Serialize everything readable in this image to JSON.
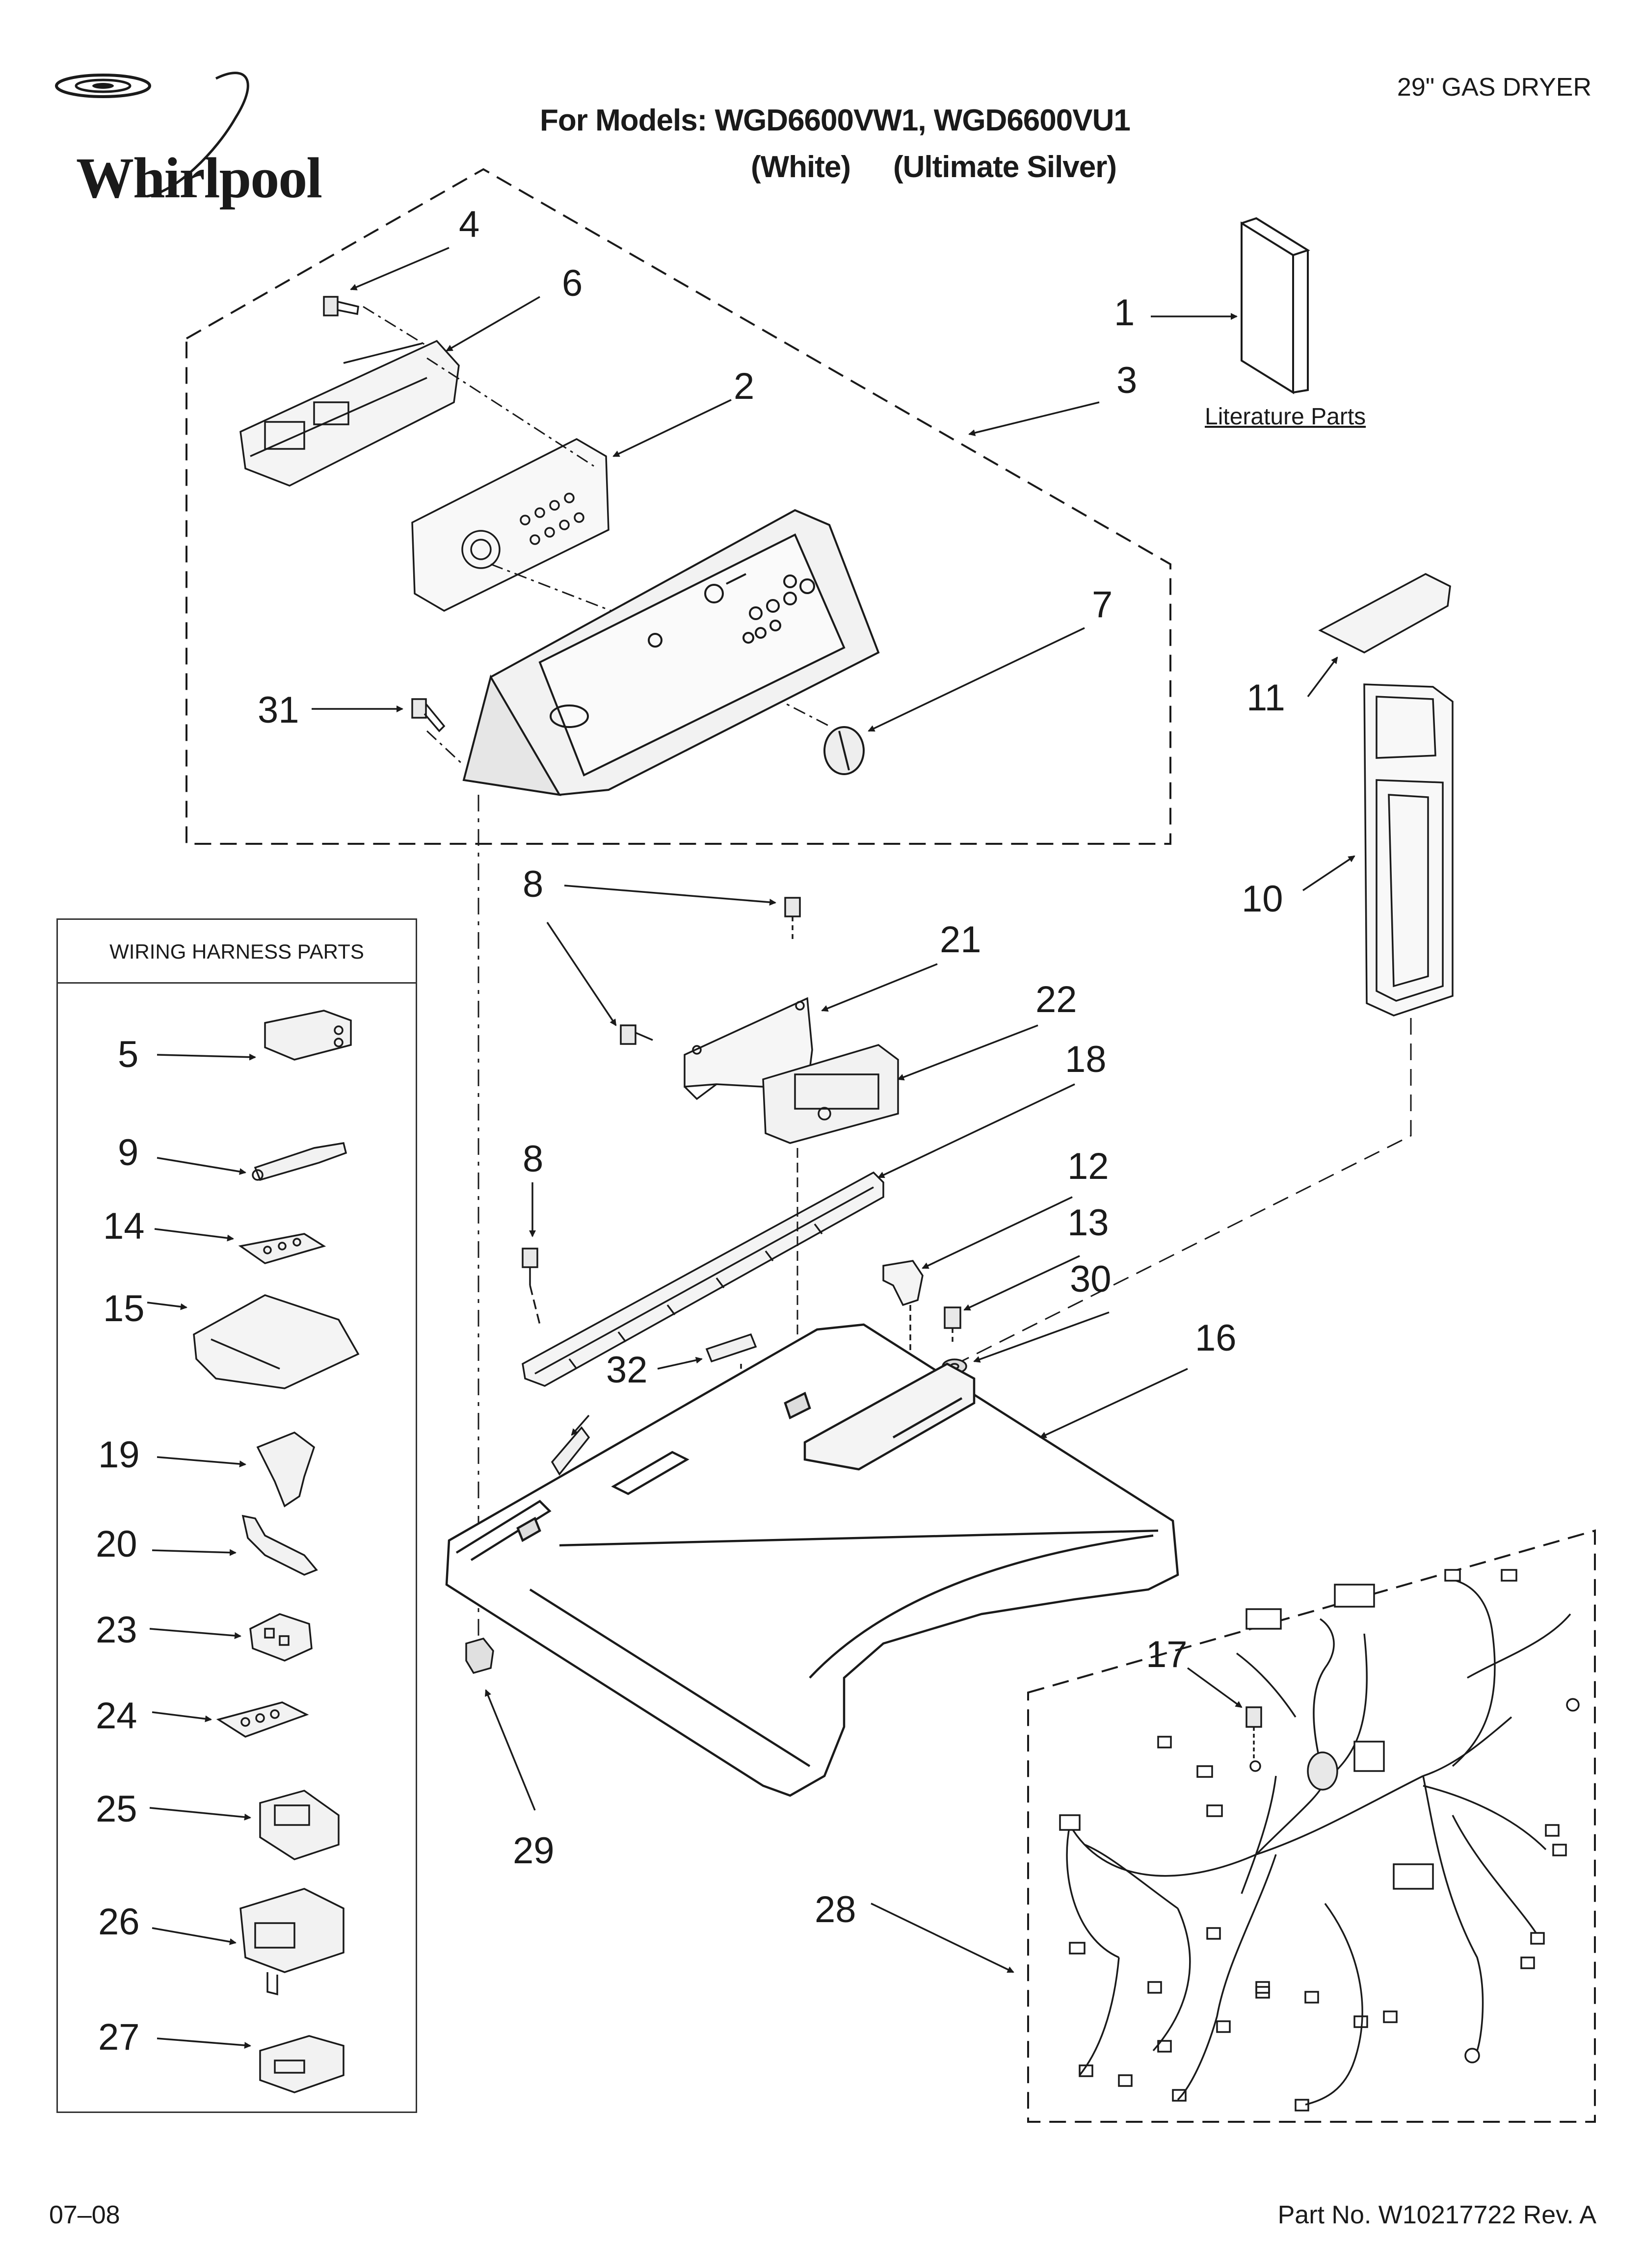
{
  "brand": {
    "name": "Whirlpool"
  },
  "header": {
    "models_line": "For Models: WGD6600VW1, WGD6600VU1",
    "color_white": "(White)",
    "color_silver": "(Ultimate Silver)",
    "document_type": "29\" GAS DRYER"
  },
  "literature": {
    "label": "Literature Parts"
  },
  "harness_box": {
    "title": "WIRING HARNESS PARTS"
  },
  "callouts": {
    "c1": "1",
    "c2": "2",
    "c3": "3",
    "c4": "4",
    "c5": "5",
    "c6": "6",
    "c7": "7",
    "c8a": "8",
    "c8b": "8",
    "c9": "9",
    "c10": "10",
    "c11": "11",
    "c12": "12",
    "c13": "13",
    "c14": "14",
    "c15": "15",
    "c16": "16",
    "c17": "17",
    "c18": "18",
    "c19": "19",
    "c20": "20",
    "c21": "21",
    "c22": "22",
    "c23": "23",
    "c24": "24",
    "c25": "25",
    "c26": "26",
    "c27": "27",
    "c28": "28",
    "c29": "29",
    "c30": "30",
    "c31": "31",
    "c32": "32"
  },
  "footer": {
    "date_code": "07–08",
    "part_number": "Part No. W10217722 Rev. A"
  }
}
